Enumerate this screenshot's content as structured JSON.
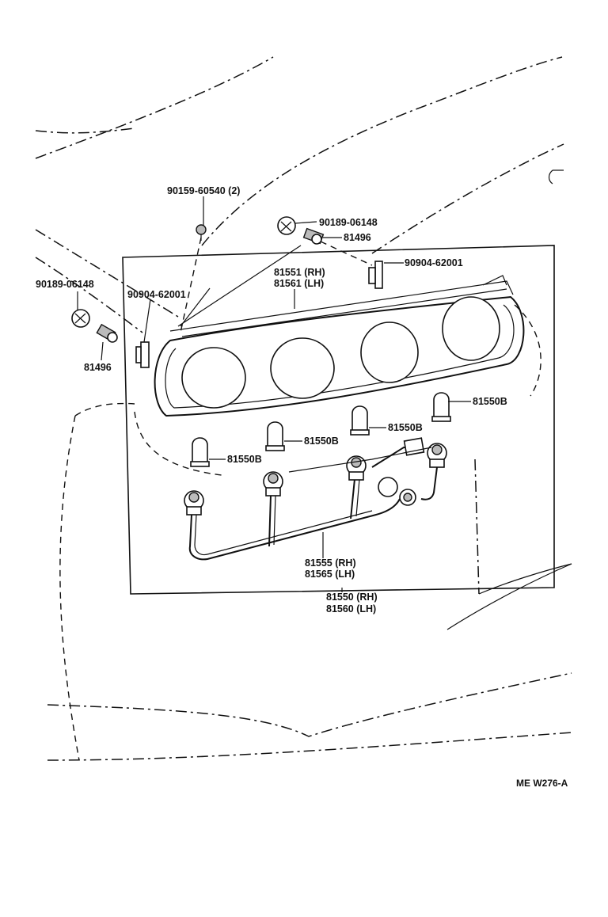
{
  "labels": {
    "p90159": "90159-60540 (2)",
    "p90189_top": "90189-06148",
    "p81496_top": "81496",
    "p90904_right": "90904-62001",
    "p90189_left": "90189-06148",
    "p90904_left": "90904-62001",
    "p81551": "81551 (RH)",
    "p81561": "81561 (LH)",
    "p81496_left": "81496",
    "p81550b_1": "81550B",
    "p81550b_2": "81550B",
    "p81550b_3": "81550B",
    "p81550b_4": "81550B",
    "p81555": "81555 (RH)",
    "p81565": "81565 (LH)",
    "p81550": "81550 (RH)",
    "p81560": "81560 (LH)",
    "drawing_code": "ME W276-A"
  }
}
